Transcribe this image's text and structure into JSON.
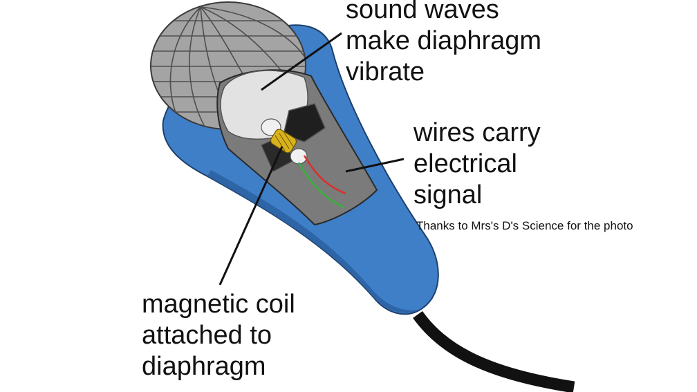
{
  "diagram": {
    "labels": {
      "sound_waves": "sound waves\nmake diaphragm\nvibrate",
      "wires": "wires carry\nelectrical\nsignal",
      "coil": "magnetic coil\nattached to\ndiaphragm"
    },
    "credit": "Thanks to Mrs's D's Science for the photo"
  },
  "colors": {
    "body_blue": "#3f7fc8",
    "body_blue_dark": "#2b5f9e",
    "grille_gray": "#a4a4a4",
    "inner_gray": "#7b7b7b",
    "diaphragm": "#e2e2e2",
    "cable": "#111111",
    "wire_red": "#d9302a",
    "wire_green": "#36b23a",
    "coil_gold": "#d8b21c"
  }
}
